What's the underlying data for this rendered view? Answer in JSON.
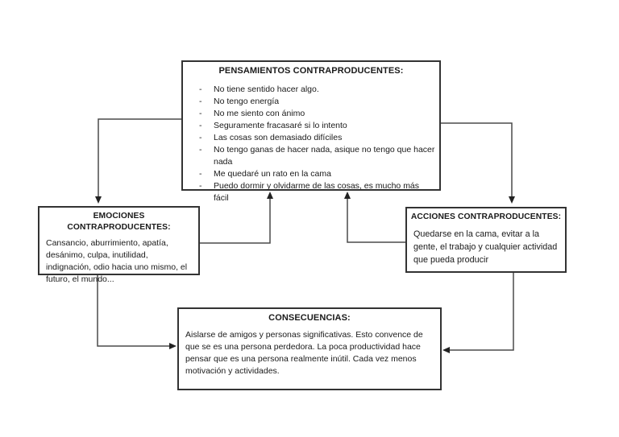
{
  "diagram": {
    "pensamientos": {
      "title": "PENSAMIENTOS CONTRAPRODUCENTES:",
      "bullet": "-",
      "items": [
        "No tiene sentido hacer algo.",
        "No tengo energía",
        "No me siento con ánimo",
        "Seguramente fracasaré si lo intento",
        "Las cosas son demasiado difíciles",
        "No tengo ganas de hacer nada, asique no tengo que hacer nada",
        "Me quedaré un rato en la cama",
        "Puedo dormir y olvidarme de las cosas, es mucho más fácil"
      ]
    },
    "emociones": {
      "title": "EMOCIONES CONTRAPRODUCENTES:",
      "body": "Cansancio, aburrimiento, apatía, desánimo, culpa, inutilidad, indignación, odio hacia uno mismo, el futuro, el mundo..."
    },
    "acciones": {
      "title": "ACCIONES CONTRAPRODUCENTES:",
      "body": "Quedarse en la cama, evitar a la gente, el trabajo y cualquier actividad que pueda producir"
    },
    "consecuencias": {
      "title": "CONSECUENCIAS:",
      "body": "Aislarse de amigos y personas significativas. Esto convence de que se es una persona perdedora. La poca productividad hace pensar que es una persona realmente inútil. Cada vez menos motivación y actividades."
    },
    "colors": {
      "background": "#ffffff",
      "border": "#333333",
      "line": "#4a4a4a",
      "arrowhead": "#222222",
      "text": "#1a1a1a"
    }
  }
}
